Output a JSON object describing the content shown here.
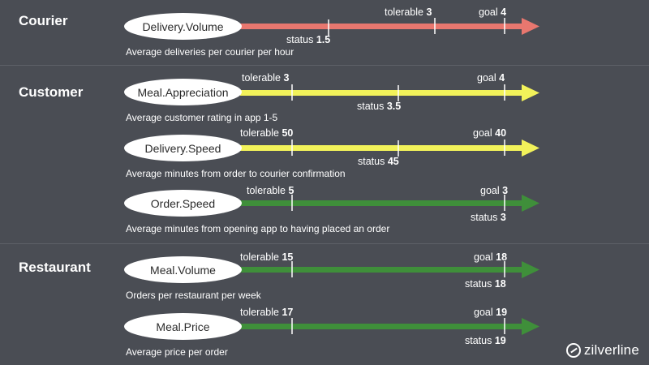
{
  "sections": [
    {
      "id": "courier",
      "title": "Courier"
    },
    {
      "id": "customer",
      "title": "Customer"
    },
    {
      "id": "restaurant",
      "title": "Restaurant"
    }
  ],
  "metrics": [
    {
      "name": "Delivery.Volume",
      "description": "Average deliveries per courier per hour",
      "color": "#e8776f",
      "tolerable_label": "tolerable",
      "tolerable_value": "3",
      "goal_label": "goal",
      "goal_value": "4",
      "status_label": "status",
      "status_value": "1.5"
    },
    {
      "name": "Meal.Appreciation",
      "description": "Average customer rating in app 1-5",
      "color": "#f2f25a",
      "tolerable_label": "tolerable",
      "tolerable_value": "3",
      "goal_label": "goal",
      "goal_value": "4",
      "status_label": "status",
      "status_value": "3.5"
    },
    {
      "name": "Delivery.Speed",
      "description": "Average minutes from order to courier confirmation",
      "color": "#f2f25a",
      "tolerable_label": "tolerable",
      "tolerable_value": "50",
      "goal_label": "goal",
      "goal_value": "40",
      "status_label": "status",
      "status_value": "45"
    },
    {
      "name": "Order.Speed",
      "description": "Average minutes from opening app to having placed an order",
      "color": "#3f8f3a",
      "tolerable_label": "tolerable",
      "tolerable_value": "5",
      "goal_label": "goal",
      "goal_value": "3",
      "status_label": "status",
      "status_value": "3"
    },
    {
      "name": "Meal.Volume",
      "description": "Orders per restaurant per week",
      "color": "#3f8f3a",
      "tolerable_label": "tolerable",
      "tolerable_value": "15",
      "goal_label": "goal",
      "goal_value": "18",
      "status_label": "status",
      "status_value": "18"
    },
    {
      "name": "Meal.Price",
      "description": "Average price per order",
      "color": "#3f8f3a",
      "tolerable_label": "tolerable",
      "tolerable_value": "17",
      "goal_label": "goal",
      "goal_value": "19",
      "status_label": "status",
      "status_value": "19"
    }
  ],
  "logo": {
    "text": "zilverline"
  }
}
